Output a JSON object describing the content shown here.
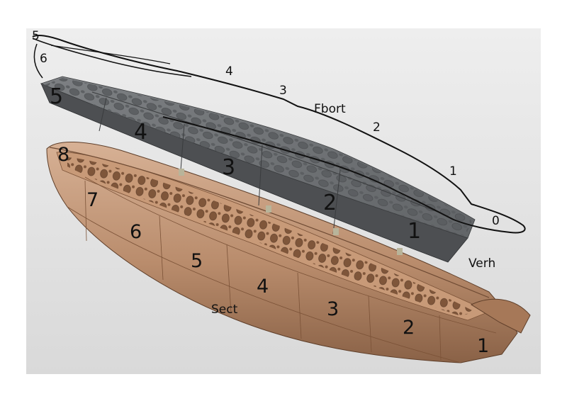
{
  "colors": {
    "panel_bg": "#e2e2e2",
    "hull": "#b98c6c",
    "hull_dark": "#8a6247",
    "hull_light": "#d7b195",
    "deck": "#777a7d",
    "deck_dark": "#4d4f52",
    "deck_light": "#9a9da0",
    "frame": "#c89a78",
    "outline": "#222222"
  },
  "labels": {
    "fbort": {
      "title": "Fbort",
      "marks": [
        "0",
        "1",
        "2",
        "3",
        "4",
        "5",
        "6"
      ]
    },
    "verh": {
      "title": "Verh",
      "marks": [
        "1",
        "2",
        "3",
        "4",
        "5"
      ]
    },
    "sect": {
      "title": "Sect",
      "marks": [
        "1",
        "2",
        "3",
        "4",
        "5",
        "6",
        "7",
        "8"
      ]
    }
  }
}
